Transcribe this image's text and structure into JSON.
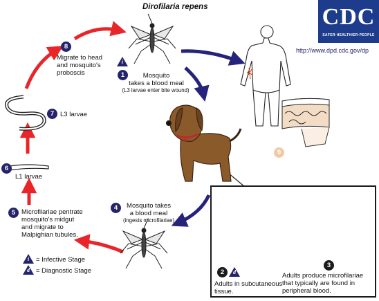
{
  "title": "Dirofilaria repens",
  "logo": {
    "word": "CDC",
    "tagline": "SAFER·HEALTHIER·PEOPLE"
  },
  "url": "http://www.dpd.cdc.gov/dp",
  "colors": {
    "red_arrow": "#e8262a",
    "blue_arrow": "#25237a",
    "step_badge": "#25236b",
    "dog": "#8b5a2b",
    "logo_bg": "#1d3d8c"
  },
  "steps": [
    {
      "id": "1",
      "text": "Mosquito\ntakes a blood meal",
      "note": "(L3 larvae enter bite wound)"
    },
    {
      "id": "2",
      "text": "Adults in subcutaneous\ntissue."
    },
    {
      "id": "3",
      "text": "Adults produce microfilariae\nthat typically are found in\nperipheral blood."
    },
    {
      "id": "4",
      "text": "Mosquito takes\na blood meal",
      "note": "(ingests microfilariae)"
    },
    {
      "id": "5",
      "text": "Microfilariae pentrate\nmosquito's midgut\nand migrate to\nMalpighian tubules."
    },
    {
      "id": "6",
      "text": "L1 larvae"
    },
    {
      "id": "7",
      "text": "L3 larvae"
    },
    {
      "id": "8",
      "text": "Migrate to head\nand mosquito's\nproboscis"
    },
    {
      "id": "9",
      "text": ""
    }
  ],
  "legend": [
    {
      "symbol": "i",
      "text": "= Infective Stage"
    },
    {
      "symbol": "d",
      "text": "= Diagnostic Stage"
    }
  ],
  "icons": [
    "mosquito-icon",
    "human-figure-icon",
    "skin-section-icon",
    "dog-icon",
    "worm-icon",
    "larva-icon"
  ]
}
